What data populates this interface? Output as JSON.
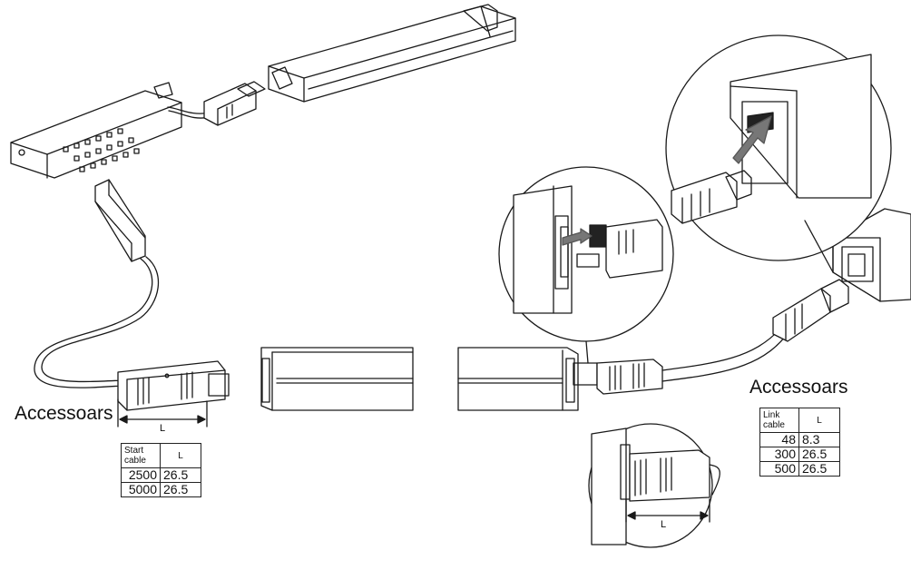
{
  "left": {
    "accessoars_label": "Accessoars",
    "dimension_label": "L",
    "table": {
      "headers": [
        "Start cable",
        "L"
      ],
      "rows": [
        [
          "2500",
          "26.5"
        ],
        [
          "5000",
          "26.5"
        ]
      ]
    }
  },
  "right": {
    "accessoars_label": "Accessoars",
    "dimension_label": "L",
    "table": {
      "headers": [
        "Link cable",
        "L"
      ],
      "rows": [
        [
          "48",
          "8.3"
        ],
        [
          "300",
          "26.5"
        ],
        [
          "500",
          "26.5"
        ]
      ]
    }
  },
  "colors": {
    "line": "#1a1a1a",
    "fill": "#ffffff",
    "arrow": "#777777",
    "hatch": "#222222"
  }
}
